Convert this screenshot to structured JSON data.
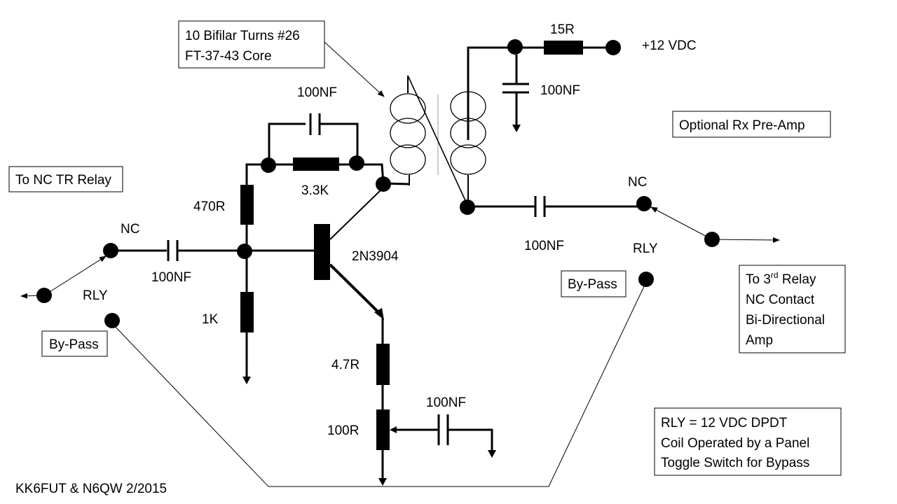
{
  "labels": {
    "transformer_line1": "10 Bifilar Turns #26",
    "transformer_line2": "FT-37-43 Core",
    "optional": "Optional Rx Pre-Amp",
    "to_relay": "To NC TR Relay",
    "bypass_left": "By-Pass",
    "bypass_right": "By-Pass",
    "third_relay_line1": "To 3",
    "third_relay_sup": "rd",
    "third_relay_line1_end": " Relay",
    "third_relay_line2": "NC Contact",
    "third_relay_line3": "Bi-Directional",
    "third_relay_line4": "Amp",
    "rly_note_line1": "RLY = 12 VDC DPDT",
    "rly_note_line2": "Coil Operated by a Panel",
    "rly_note_line3": "Toggle Switch for Bypass",
    "credit": "KK6FUT & N6QW 2/2015"
  },
  "components": {
    "r_15": "15R",
    "supply": "+12 VDC",
    "c_supply": "100NF",
    "c_feedback": "100NF",
    "r_feedback": "3.3K",
    "r_470": "470R",
    "r_1k": "1K",
    "transistor": "2N3904",
    "c_input": "100NF",
    "c_output": "100NF",
    "r_47": "4.7R",
    "r_100": "100R",
    "c_emitter": "100NF"
  },
  "relay": {
    "nc_left": "NC",
    "rly_left": "RLY",
    "nc_right": "NC",
    "rly_right": "RLY"
  }
}
